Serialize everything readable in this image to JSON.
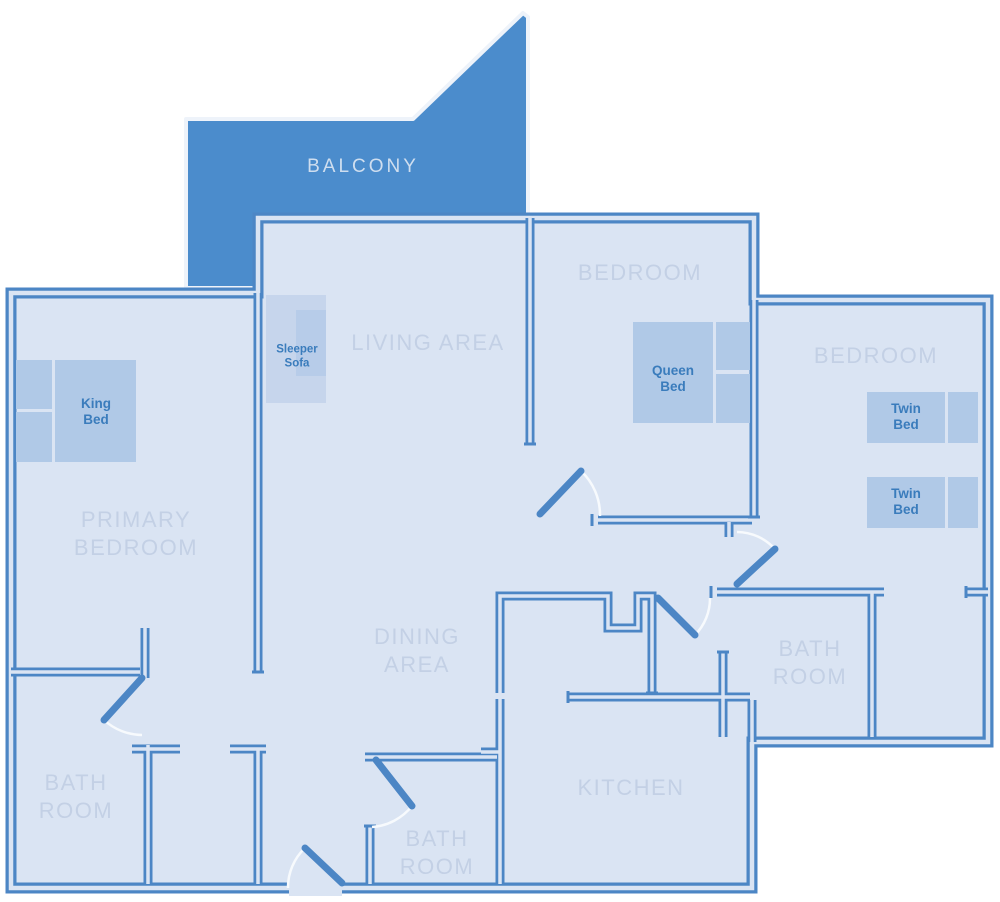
{
  "floor_plan": {
    "balcony": {
      "label": "BALCONY"
    },
    "rooms": [
      {
        "id": "living-area",
        "label": "LIVING AREA"
      },
      {
        "id": "bedroom-top",
        "label": "BEDROOM"
      },
      {
        "id": "bedroom-right",
        "label": "BEDROOM"
      },
      {
        "id": "primary-bedroom",
        "label": "PRIMARY BEDROOM"
      },
      {
        "id": "dining-area",
        "label": "DINING AREA"
      },
      {
        "id": "kitchen",
        "label": "KITCHEN"
      },
      {
        "id": "bathroom-left",
        "label": "BATH ROOM"
      },
      {
        "id": "bathroom-center",
        "label": "BATH ROOM"
      },
      {
        "id": "bathroom-right",
        "label": "BATH ROOM"
      }
    ],
    "furniture": [
      {
        "id": "king-bed",
        "label": "King Bed"
      },
      {
        "id": "sleeper-sofa",
        "label": "Sleeper Sofa"
      },
      {
        "id": "queen-bed",
        "label": "Queen Bed"
      },
      {
        "id": "twin-bed-1",
        "label": "Twin Bed"
      },
      {
        "id": "twin-bed-2",
        "label": "Twin Bed"
      }
    ],
    "colors": {
      "balcony_fill": "#4b8ccc",
      "floor_fill": "#dae4f3",
      "wall_stroke": "#4c86c5",
      "furniture_fill": "#b0c9e7",
      "furniture_text": "#3a7cbc",
      "room_label_text": "#c3d0e5",
      "balcony_label_text": "#cfdeef"
    }
  }
}
